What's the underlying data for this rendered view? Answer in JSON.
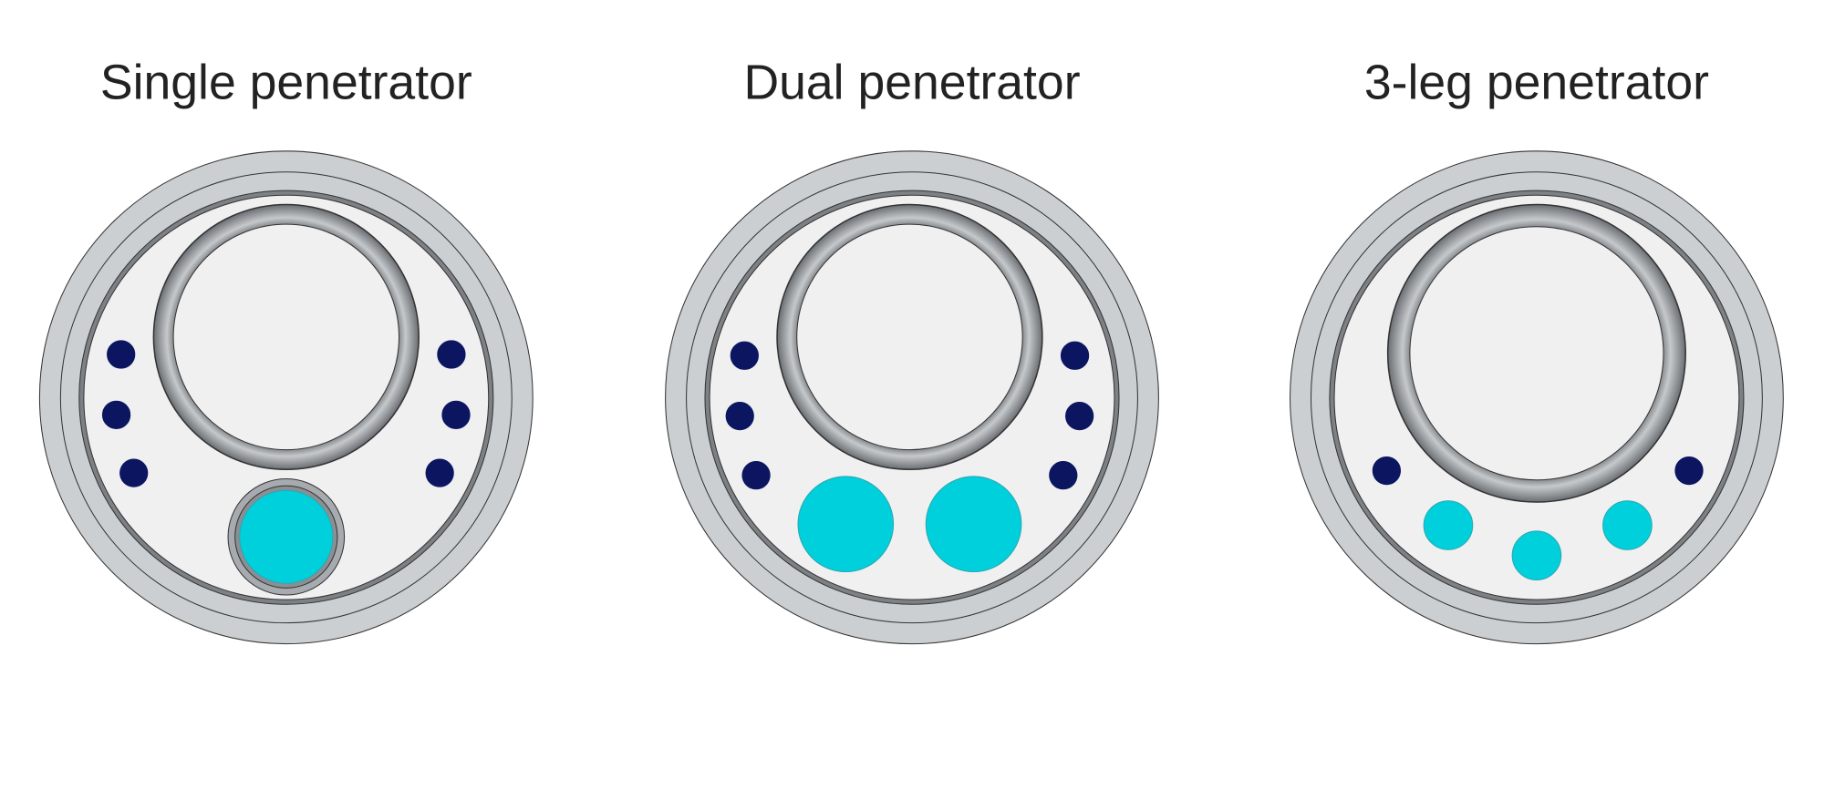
{
  "panels": [
    {
      "title": "Single penetrator",
      "variant": "single"
    },
    {
      "title": "Dual penetrator",
      "variant": "dual"
    },
    {
      "title": "3-leg penetrator",
      "variant": "three"
    }
  ],
  "colors": {
    "outer_sheath": "#cbcfd1",
    "inner_fill": "#f0f0f0",
    "steel": "#8a8e92",
    "control_line": "#0b1560",
    "penetrator": "#00d0dc",
    "outline": "#333333"
  }
}
